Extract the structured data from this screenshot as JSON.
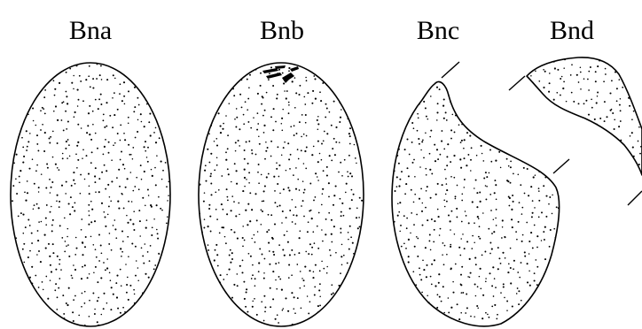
{
  "figure": {
    "panels": [
      {
        "id": "bna",
        "label": "Bna"
      },
      {
        "id": "bnb",
        "label": "Bnb"
      },
      {
        "id": "bnc",
        "label": "Bnc"
      },
      {
        "id": "bnd",
        "label": "Bnd"
      }
    ]
  },
  "colors": {
    "background": "#ffffff",
    "ink": "#000000"
  }
}
